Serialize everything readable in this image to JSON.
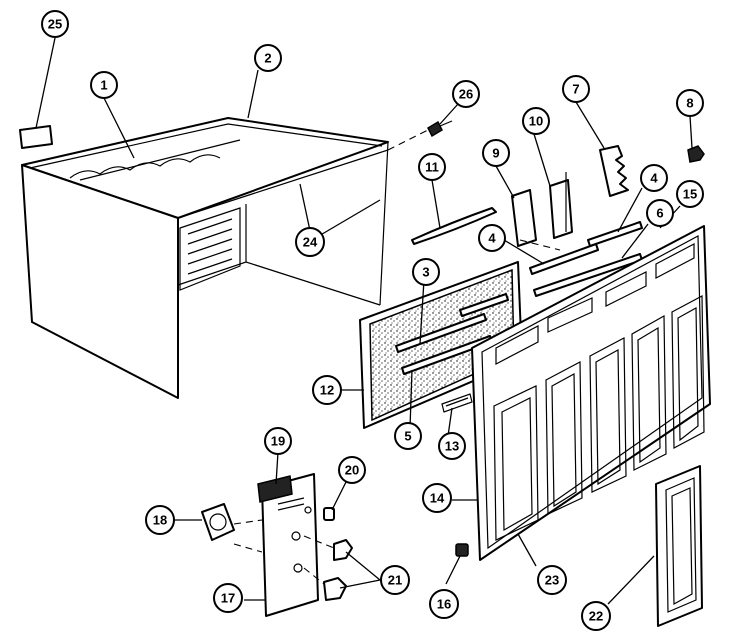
{
  "diagram": {
    "callouts": [
      "25",
      "1",
      "2",
      "26",
      "7",
      "8",
      "10",
      "9",
      "11",
      "4",
      "15",
      "6",
      "4",
      "24",
      "3",
      "12",
      "5",
      "13",
      "19",
      "20",
      "18",
      "14",
      "17",
      "21",
      "16",
      "23",
      "22"
    ]
  },
  "colors": {
    "ink": "#000000",
    "paper": "#ffffff"
  }
}
